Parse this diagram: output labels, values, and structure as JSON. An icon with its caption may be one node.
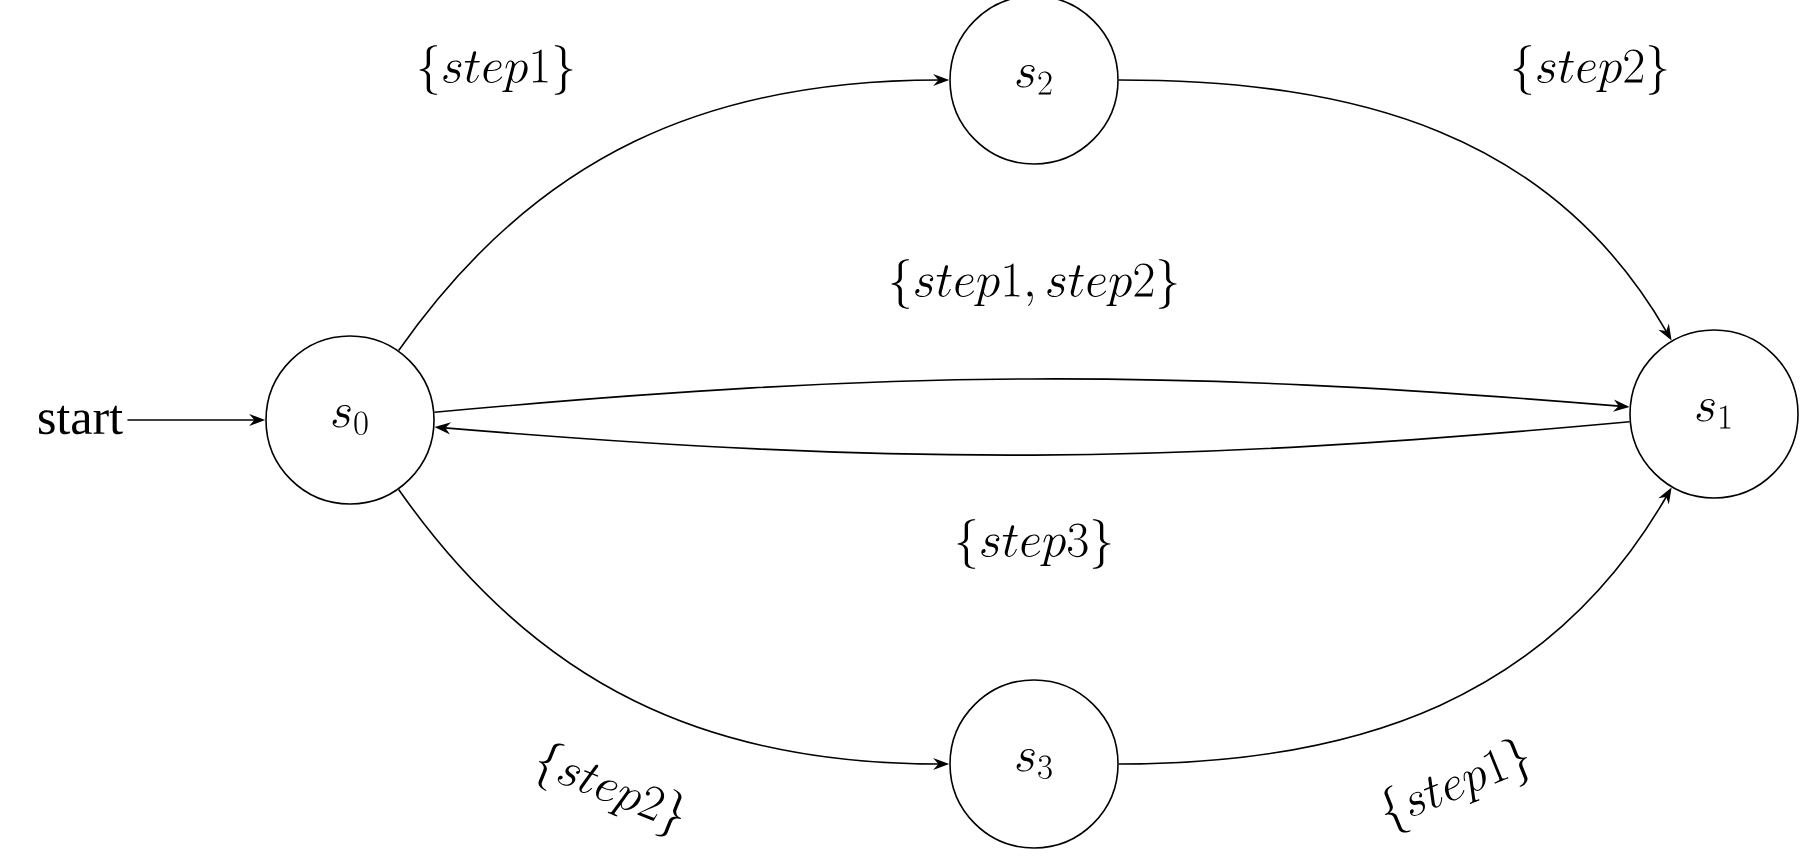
{
  "diagram": {
    "nodes": [
      {
        "text": [
          "start"
        ]
      },
      {
        "text": [
          "s_0"
        ]
      },
      {
        "text": [
          "s_1"
        ]
      },
      {
        "text": [
          "s_2"
        ]
      },
      {
        "text": [
          "s_3"
        ]
      }
    ],
    "edges": [
      {
        "from": 0,
        "to": 1,
        "arrow": "to"
      },
      {
        "from": 1,
        "to": 3,
        "arrow": "to",
        "label": "\\{step1\\}"
      },
      {
        "from": 3,
        "to": 2,
        "arrow": "to",
        "label": "\\{step2\\}"
      },
      {
        "from": 1,
        "to": 2,
        "arrow": "to",
        "label": "\\{step1, step2\\}"
      },
      {
        "from": 2,
        "to": 1,
        "arrow": "to",
        "label": "\\{step3\\}"
      },
      {
        "from": 1,
        "to": 4,
        "arrow": "to",
        "label": "\\{step2\\}"
      },
      {
        "from": 4,
        "to": 2,
        "arrow": "to",
        "label": "\\{step1\\}"
      }
    ]
  }
}
